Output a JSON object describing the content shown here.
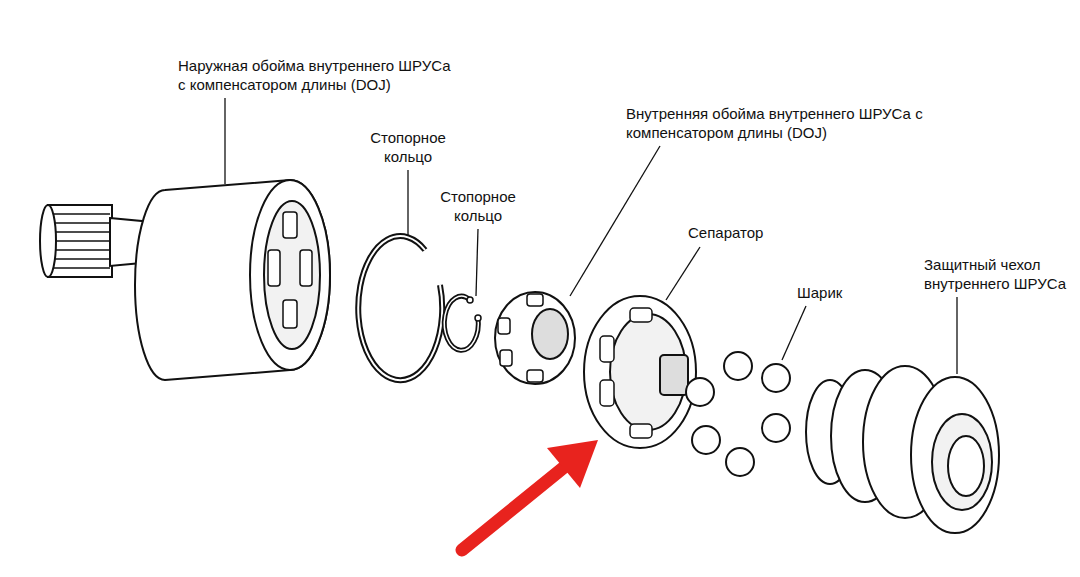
{
  "diagram": {
    "labels": [
      "Наружная обойма внутреннего ШРУСа с компенсатором длины (DOJ)",
      "Внутренняя обойма внутреннего ШРУСа с компенсатором длины (DOJ)",
      "Стопорное кольцо",
      "Стопорное кольцо",
      "Сепаратор",
      "Шарик",
      "Защитный чехол внутреннего ШРУСа"
    ]
  }
}
